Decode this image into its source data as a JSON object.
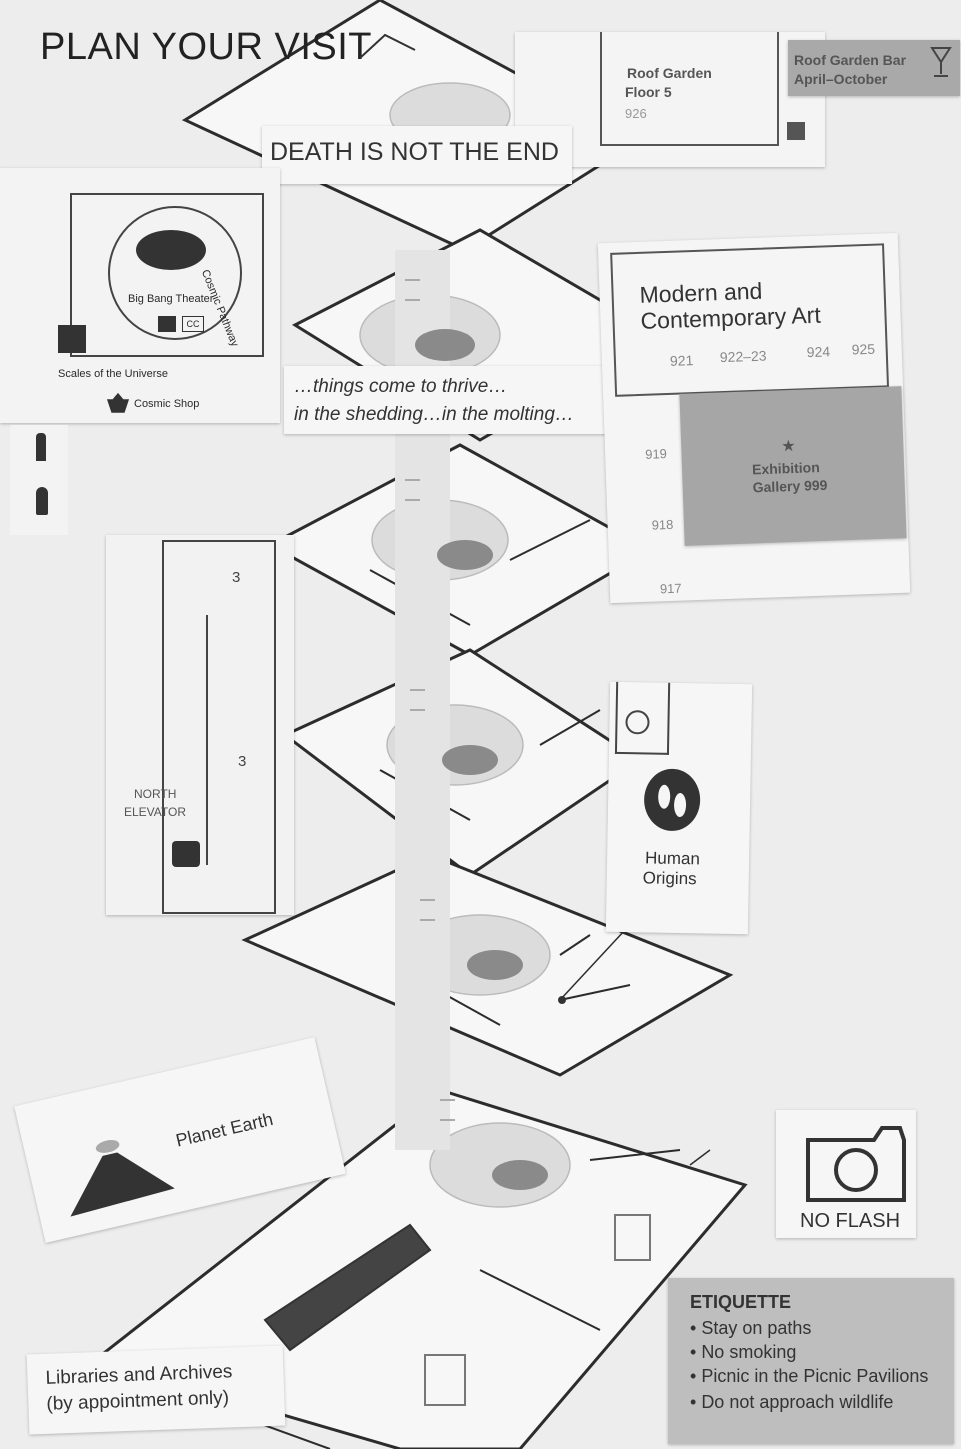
{
  "page": {
    "title": "PLAN YOUR VISIT"
  },
  "exhibit_banner": "DEATH IS NOT THE END",
  "roof_garden": {
    "name": "Roof Garden",
    "floor": "Floor 5",
    "room": "926"
  },
  "roof_bar": {
    "name": "Roof Garden Bar",
    "season": "April–October",
    "icon": "wine-glass-icon"
  },
  "cosmic": {
    "theater": "Big Bang Theater",
    "pathway": "Cosmic Pathway",
    "scales": "Scales of the Universe",
    "shop": "Cosmic Shop",
    "cc_badge": "CC",
    "icons": [
      "elevator-icon",
      "shopping-basket-icon",
      "mens-restroom-icon",
      "womens-restroom-icon",
      "hearing-assist-icon"
    ]
  },
  "quote": {
    "line1": "…things come to thrive…",
    "line2": "in the shedding…in the molting…"
  },
  "modern_art": {
    "title_line1": "Modern and",
    "title_line2": "Contemporary Art",
    "rooms": [
      "921",
      "922–23",
      "924",
      "925",
      "919",
      "918",
      "917"
    ]
  },
  "exhibition_gallery": {
    "line1": "Exhibition",
    "line2": "Gallery 999"
  },
  "north_wing": {
    "elevator_line1": "NORTH",
    "elevator_line2": "ELEVATOR",
    "floor_marks": [
      "3",
      "3"
    ]
  },
  "human_origins": {
    "line1": "Human",
    "line2": "Origins",
    "icon": "footprints-icon"
  },
  "planet_earth": {
    "label": "Planet Earth",
    "icon": "volcano-icon"
  },
  "no_flash": {
    "label": "NO FLASH",
    "icon": "camera-icon"
  },
  "etiquette": {
    "title": "ETIQUETTE",
    "rules": [
      "Stay on paths",
      "No smoking",
      "Picnic in the Picnic Pavilions",
      "Do not approach wildlife"
    ]
  },
  "libraries": {
    "line1": "Libraries and Archives",
    "line2": "(by appointment only)"
  },
  "colors": {
    "background": "#ececec",
    "card": "#f5f5f5",
    "gray_panel": "#a6a6a6",
    "ink": "#2a2a2a"
  }
}
